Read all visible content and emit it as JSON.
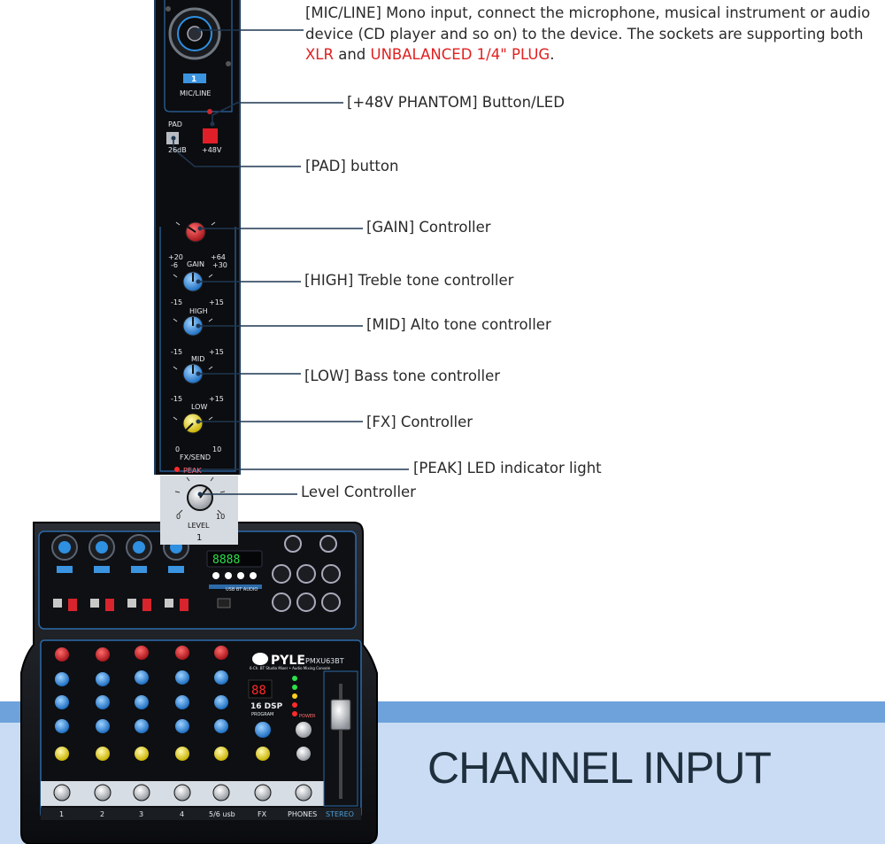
{
  "intro": {
    "part1": "[MIC/LINE] Mono input, connect the microphone, musical instrument or audio device (CD player and so on) to the device. The sockets are supporting both ",
    "xlr": "XLR",
    "and": " and ",
    "plug": "UNBALANCED 1/4\" PLUG",
    "end": "."
  },
  "callouts": {
    "phantom": "[+48V PHANTOM] Button/LED",
    "pad": "[PAD] button",
    "gain": "[GAIN] Controller",
    "high": "[HIGH] Treble tone controller",
    "mid": "[MID] Alto tone controller",
    "low": "[LOW] Bass tone controller",
    "fx": "[FX] Controller",
    "peak": "[PEAK] LED indicator light",
    "level": "Level Controller"
  },
  "strip": {
    "channel_num": "1",
    "micline": "MIC/LINE",
    "pad": "PAD",
    "pad_db": "26dB",
    "phantom": "+48V",
    "gain_l": "+20",
    "gain_l2": "-6",
    "gain": "GAIN",
    "gain_r": "+64",
    "gain_r2": "+30",
    "high": "HIGH",
    "mid": "MID",
    "low": "LOW",
    "eq_min": "-15",
    "eq_max": "+15",
    "fx_min": "0",
    "fx_max": "10",
    "fx": "FX/SEND",
    "peak": "PEAK",
    "level_min": "0",
    "level_max": "10",
    "level": "LEVEL",
    "bottom_num": "1"
  },
  "mixer": {
    "brand": "PYLE",
    "model": "PMXU63BT",
    "subtitle": "6-Ch. BT Studio Mixer • Audio Mixing Console",
    "usb": "USB BT AUDIO",
    "dsp": "16 DSP",
    "dsp_sub": "PROGRAM",
    "display": "88",
    "channels": [
      "1",
      "2",
      "3",
      "4",
      "5/6 usb",
      "FX",
      "PHONES",
      "STEREO"
    ],
    "phones": "PHONES",
    "power": "POWER"
  },
  "band": {
    "title": "CHANNEL INPUT"
  },
  "colors": {
    "band_dark": "#6ea2da",
    "band_light": "#c9dcf3",
    "knob_red": "#d8242c",
    "knob_blue": "#2f8fe0",
    "knob_yellow": "#f2e02b",
    "panel": "#0d0f12",
    "accent": "#4a9ed8"
  }
}
